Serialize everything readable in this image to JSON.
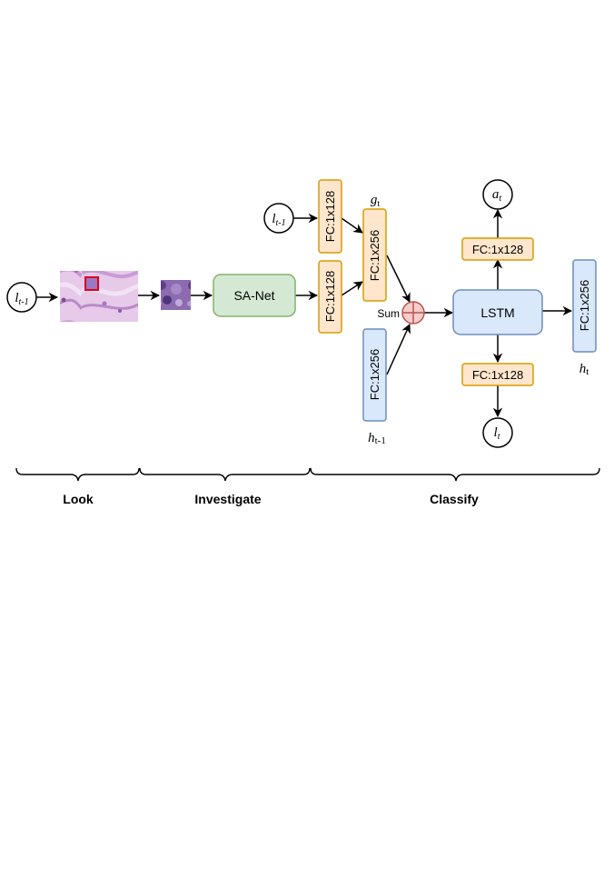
{
  "nodes": {
    "l_in_main": {
      "base": "l",
      "sub": "t-1"
    },
    "l_in_glimpse": {
      "base": "l",
      "sub": "t-1"
    },
    "a_out": {
      "base": "a",
      "sub": "t"
    },
    "l_out": {
      "base": "l",
      "sub": "t"
    }
  },
  "blocks": {
    "sa_net": "SA-Net",
    "fc_img_128": "FC:1x128",
    "fc_loc_128": "FC:1x128",
    "fc_g_256": "FC:1x256",
    "fc_h_prev_256": "FC:1x256",
    "lstm": "LSTM",
    "fc_action_128": "FC:1x128",
    "fc_loc_out_128": "FC:1x128",
    "fc_h_256": "FC:1x256",
    "sum": "Sum"
  },
  "labels": {
    "g_t": {
      "base": "g",
      "sub": "t"
    },
    "h_prev": {
      "base": "h",
      "sub": "t-1"
    },
    "h_t": {
      "base": "h",
      "sub": "t"
    }
  },
  "phases": {
    "look": "Look",
    "investigate": "Investigate",
    "classify": "Classify"
  },
  "colors": {
    "orange_fill": "#ffe6cc",
    "orange_stroke": "#d79b00",
    "blue_fill": "#dae8fc",
    "blue_stroke": "#6c8ebf",
    "green_fill": "#d5e8d4",
    "green_stroke": "#82b366",
    "sum_fill": "#f8cecc",
    "sum_stroke": "#b85450",
    "patch_box": "#e0001b"
  }
}
